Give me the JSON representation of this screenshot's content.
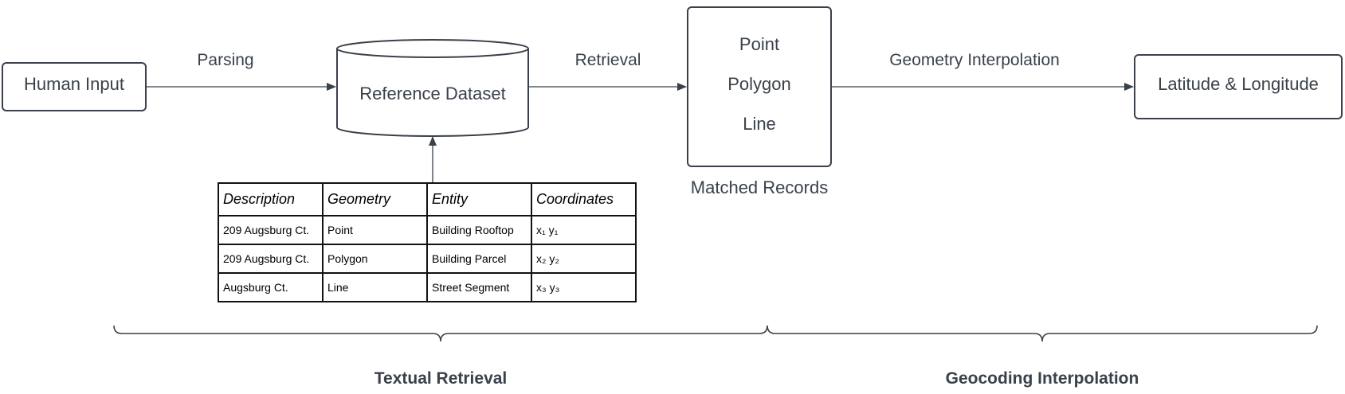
{
  "nodes": {
    "human_input": "Human Input",
    "reference_dataset": "Reference Dataset",
    "matched_records": {
      "items": [
        "Point",
        "Polygon",
        "Line"
      ],
      "caption": "Matched Records"
    },
    "output": "Latitude & Longitude"
  },
  "edges": {
    "parsing": "Parsing",
    "retrieval": "Retrieval",
    "geometry_interpolation": "Geometry Interpolation"
  },
  "table": {
    "headers": [
      "Description",
      "Geometry",
      "Entity",
      "Coordinates"
    ],
    "rows": [
      [
        "209 Augsburg Ct.",
        "Point",
        "Building Rooftop",
        "x₁ y₁"
      ],
      [
        "209 Augsburg Ct.",
        "Polygon",
        "Building Parcel",
        "x₂ y₂"
      ],
      [
        "Augsburg Ct.",
        "Line",
        "Street Segment",
        "x₃ y₃"
      ]
    ]
  },
  "stages": {
    "textual_retrieval": "Textual Retrieval",
    "geocoding_interpolation": "Geocoding Interpolation"
  }
}
